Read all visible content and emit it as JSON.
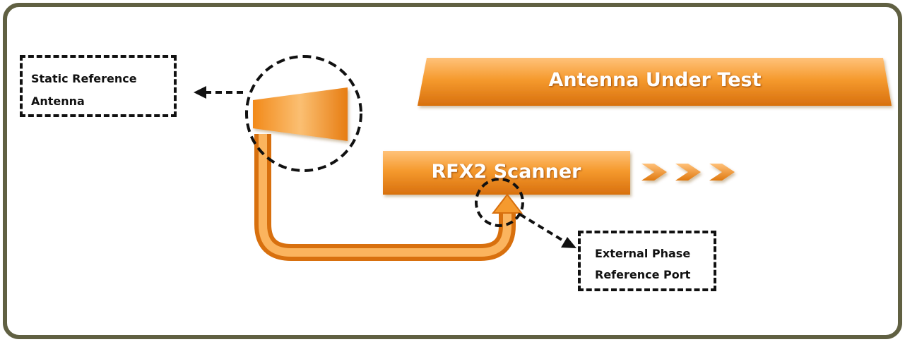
{
  "colors": {
    "frame_border": "#606042",
    "orange_light": "#fdb35a",
    "orange_mid": "#f5962a",
    "orange_dark": "#d96e0b",
    "label_text": "#111111",
    "bar_text": "#ffffff"
  },
  "nodes": {
    "antenna_under_test": {
      "label": "Antenna Under Test"
    },
    "rfx2_scanner": {
      "label": "RFX2 Scanner"
    },
    "static_reference_antenna": {
      "line1": "Static Reference",
      "line2": "Antenna"
    },
    "external_phase_reference_port": {
      "line1": "External Phase",
      "line2": "Reference Port"
    }
  },
  "chevrons": {
    "count": 3
  }
}
